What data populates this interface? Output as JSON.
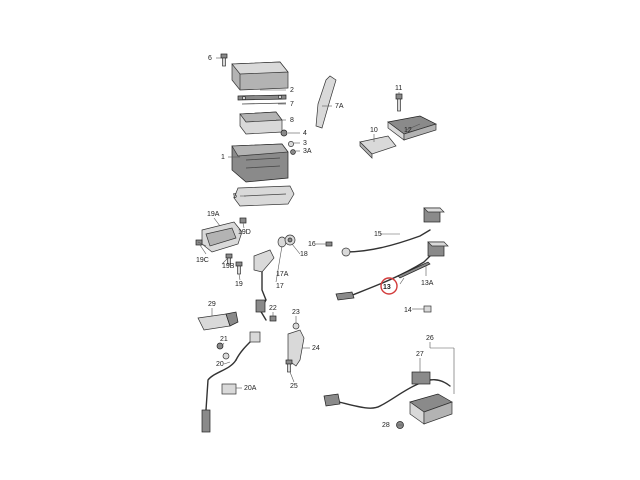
{
  "diagram": {
    "highlight_color": "#d23b3b",
    "callouts": {
      "c1": "1",
      "c2": "2",
      "c3": "3",
      "c3a": "3A",
      "c4": "4",
      "c5": "5",
      "c6": "6",
      "c7": "7",
      "c7a": "7A",
      "c8": "8",
      "c10": "10",
      "c11": "11",
      "c12": "12",
      "c13": "13",
      "c13a": "13A",
      "c14": "14",
      "c15": "15",
      "c16": "16",
      "c17": "17",
      "c17a": "17A",
      "c18": "18",
      "c19": "19",
      "c19a": "19A",
      "c19b": "19B",
      "c19c": "19C",
      "c19d": "19D",
      "c20": "20",
      "c20a": "20A",
      "c21": "21",
      "c22": "22",
      "c23": "23",
      "c24": "24",
      "c25": "25",
      "c26": "26",
      "c27": "27",
      "c28": "28",
      "c29": "29"
    }
  }
}
